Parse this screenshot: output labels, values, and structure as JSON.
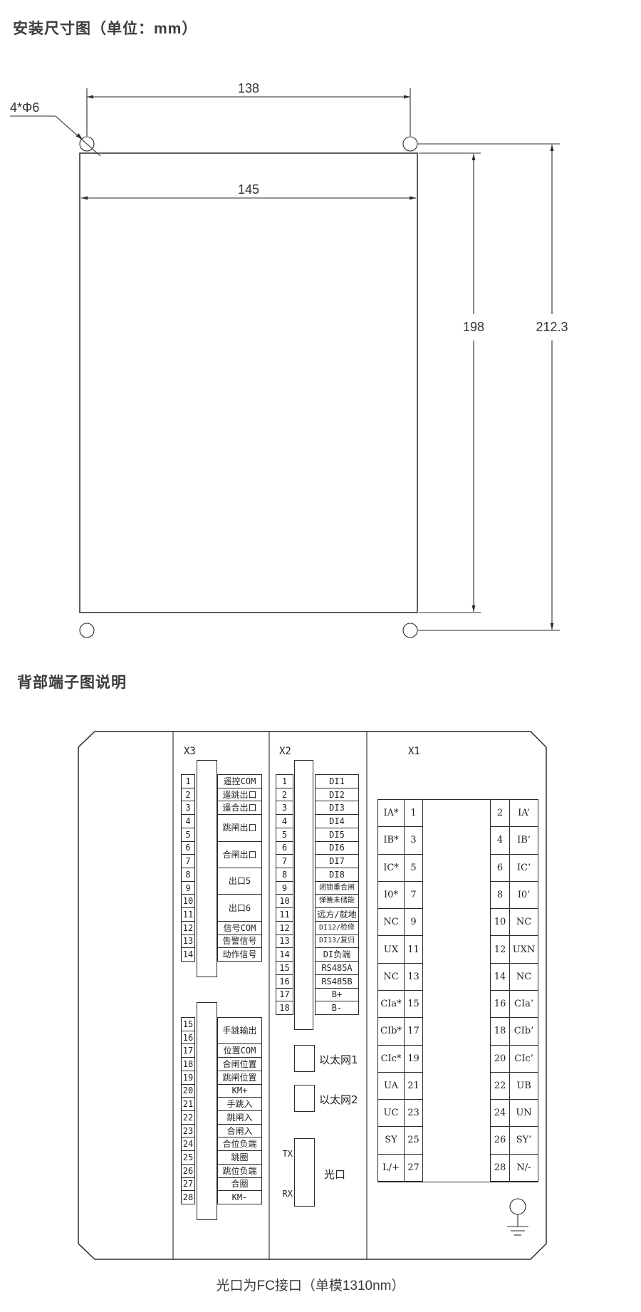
{
  "colors": {
    "background": "#ffffff",
    "line": "#2b2b2b",
    "diagram_text": "#1f1f1f",
    "title_text": "#3c3c3c"
  },
  "install_diagram": {
    "title": "安装尺寸图（单位：mm）",
    "hole_note": "4*Φ6",
    "dim_hole_span_width": "138",
    "dim_body_width": "145",
    "dim_body_height": "198",
    "dim_hole_span_height": "212.3"
  },
  "terminal_diagram": {
    "title": "背部端子图说明",
    "caption": "光口为FC接口（单模1310nm）",
    "x3": {
      "label": "X3",
      "group1": {
        "numbers": [
          "1",
          "2",
          "3",
          "4",
          "5",
          "6",
          "7",
          "8",
          "9",
          "10",
          "11",
          "12",
          "13",
          "14"
        ],
        "labels": [
          {
            "text": "遥控COM",
            "span": 1
          },
          {
            "text": "遥跳出口",
            "span": 1
          },
          {
            "text": "遥合出口",
            "span": 1
          },
          {
            "text": "跳闸出口",
            "span": 2
          },
          {
            "text": "合闸出口",
            "span": 2
          },
          {
            "text": "出口5",
            "span": 2
          },
          {
            "text": "出口6",
            "span": 2
          },
          {
            "text": "信号COM",
            "span": 1
          },
          {
            "text": "告警信号",
            "span": 1
          },
          {
            "text": "动作信号",
            "span": 1
          }
        ]
      },
      "group2": {
        "numbers": [
          "15",
          "16",
          "17",
          "18",
          "19",
          "20",
          "21",
          "22",
          "23",
          "24",
          "25",
          "26",
          "27",
          "28"
        ],
        "labels": [
          {
            "text": "手跳输出",
            "span": 2
          },
          {
            "text": "位置COM",
            "span": 1
          },
          {
            "text": "合闸位置",
            "span": 1
          },
          {
            "text": "跳闸位置",
            "span": 1
          },
          {
            "text": "KM+",
            "span": 1
          },
          {
            "text": "手跳入",
            "span": 1
          },
          {
            "text": "跳闸入",
            "span": 1
          },
          {
            "text": "合闸入",
            "span": 1
          },
          {
            "text": "合位负端",
            "span": 1
          },
          {
            "text": "跳圈",
            "span": 1
          },
          {
            "text": "跳位负端",
            "span": 1
          },
          {
            "text": "合圈",
            "span": 1
          },
          {
            "text": "KM-",
            "span": 1
          }
        ]
      }
    },
    "x2": {
      "label": "X2",
      "numbers": [
        "1",
        "2",
        "3",
        "4",
        "5",
        "6",
        "7",
        "8",
        "9",
        "10",
        "11",
        "12",
        "13",
        "14",
        "15",
        "16",
        "17",
        "18"
      ],
      "labels": [
        {
          "text": "DI1",
          "span": 1
        },
        {
          "text": "DI2",
          "span": 1
        },
        {
          "text": "DI3",
          "span": 1
        },
        {
          "text": "DI4",
          "span": 1
        },
        {
          "text": "DI5",
          "span": 1
        },
        {
          "text": "DI6",
          "span": 1
        },
        {
          "text": "DI7",
          "span": 1
        },
        {
          "text": "DI8",
          "span": 1
        },
        {
          "text": "闭锁重合闸",
          "span": 1
        },
        {
          "text": "弹簧未储能",
          "span": 1
        },
        {
          "text": "远方/就地",
          "span": 1
        },
        {
          "text": "DI12/检修",
          "span": 1
        },
        {
          "text": "DI13/复归",
          "span": 1
        },
        {
          "text": "DI负端",
          "span": 1
        },
        {
          "text": "RS485A",
          "span": 1
        },
        {
          "text": "RS485B",
          "span": 1
        },
        {
          "text": "B+",
          "span": 1
        },
        {
          "text": "B-",
          "span": 1
        }
      ],
      "ethernet1": "以太网1",
      "ethernet2": "以太网2",
      "optical_label": "光口",
      "tx": "TX",
      "rx": "RX"
    },
    "x1": {
      "label": "X1",
      "rows": [
        {
          "left_label": "IA*",
          "left_num": "1",
          "right_num": "2",
          "right_label": "IA’"
        },
        {
          "left_label": "IB*",
          "left_num": "3",
          "right_num": "4",
          "right_label": "IB’"
        },
        {
          "left_label": "IC*",
          "left_num": "5",
          "right_num": "6",
          "right_label": "IC’"
        },
        {
          "left_label": "I0*",
          "left_num": "7",
          "right_num": "8",
          "right_label": "I0’"
        },
        {
          "left_label": "NC",
          "left_num": "9",
          "right_num": "10",
          "right_label": "NC"
        },
        {
          "left_label": "UX",
          "left_num": "11",
          "right_num": "12",
          "right_label": "UXN"
        },
        {
          "left_label": "NC",
          "left_num": "13",
          "right_num": "14",
          "right_label": "NC"
        },
        {
          "left_label": "CIa*",
          "left_num": "15",
          "right_num": "16",
          "right_label": "CIa’"
        },
        {
          "left_label": "CIb*",
          "left_num": "17",
          "right_num": "18",
          "right_label": "CIb’"
        },
        {
          "left_label": "CIc*",
          "left_num": "19",
          "right_num": "20",
          "right_label": "CIc’"
        },
        {
          "left_label": "UA",
          "left_num": "21",
          "right_num": "22",
          "right_label": "UB"
        },
        {
          "left_label": "UC",
          "left_num": "23",
          "right_num": "24",
          "right_label": "UN"
        },
        {
          "left_label": "SY",
          "left_num": "25",
          "right_num": "26",
          "right_label": "SY’"
        },
        {
          "left_label": "L/+",
          "left_num": "27",
          "right_num": "28",
          "right_label": "N/-"
        }
      ]
    }
  }
}
